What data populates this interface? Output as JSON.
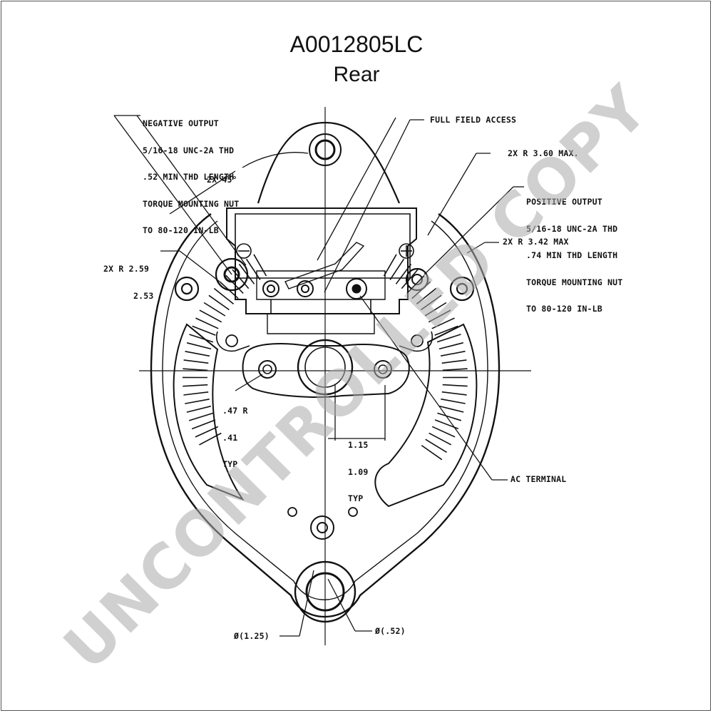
{
  "title": {
    "part_number": "A0012805LC",
    "view": "Rear"
  },
  "callouts": {
    "negative_output": [
      "NEGATIVE OUTPUT",
      "5/16-18 UNC-2A THD",
      ".52 MIN THD LENGTH",
      "TORQUE MOUNTING NUT",
      "TO 80-120 IN-LB"
    ],
    "full_field_access": "FULL FIELD ACCESS",
    "radius_top": "2X R 3.60 MAX.",
    "angle": "2X 45°",
    "positive_output": [
      "POSITIVE OUTPUT",
      "5/16-18 UNC-2A THD",
      ".74 MIN THD LENGTH",
      "TORQUE MOUNTING NUT",
      "TO 80-120 IN-LB"
    ],
    "radius_left": [
      "2X R 2.59",
      "2.53"
    ],
    "radius_right": "2X R 3.42 MAX",
    "hole_radius": [
      ".47 R",
      ".41",
      "TYP"
    ],
    "offset": [
      "1.15",
      "1.09",
      "TYP"
    ],
    "ac_terminal": "AC TERMINAL",
    "diameter_large": "Ø(1.25)",
    "diameter_small": "Ø(.52)"
  },
  "watermark": "UNCONTROLLED COPY"
}
